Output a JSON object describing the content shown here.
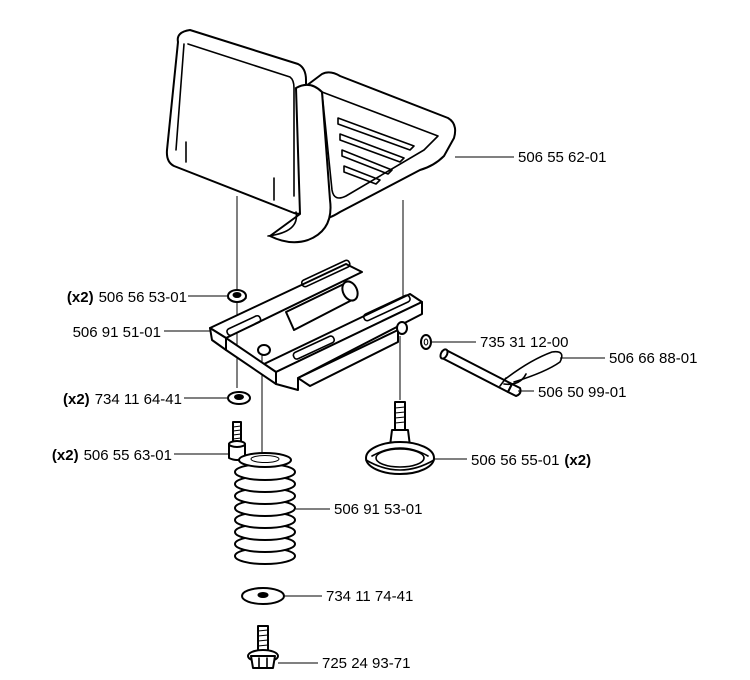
{
  "callouts": {
    "seat": {
      "part_number": "506 55 62-01",
      "qty": ""
    },
    "cap_nut": {
      "part_number": "506 56 53-01",
      "qty": "(x2)"
    },
    "bracket": {
      "part_number": "506 91 51-01",
      "qty": ""
    },
    "washer_small": {
      "part_number": "735 31 12-00",
      "qty": ""
    },
    "hair_pin": {
      "part_number": "506 66 88-01",
      "qty": ""
    },
    "pin": {
      "part_number": "506 50 99-01",
      "qty": ""
    },
    "lock_washer": {
      "part_number": "734 11 64-41",
      "qty": "(x2)"
    },
    "screw": {
      "part_number": "506 55 63-01",
      "qty": "(x2)"
    },
    "knob": {
      "part_number": "506 56 55-01",
      "qty": "(x2)"
    },
    "spring": {
      "part_number": "506 91 53-01",
      "qty": ""
    },
    "flat_washer": {
      "part_number": "734 11 74-41",
      "qty": ""
    },
    "bolt": {
      "part_number": "725 24 93-71",
      "qty": ""
    }
  }
}
